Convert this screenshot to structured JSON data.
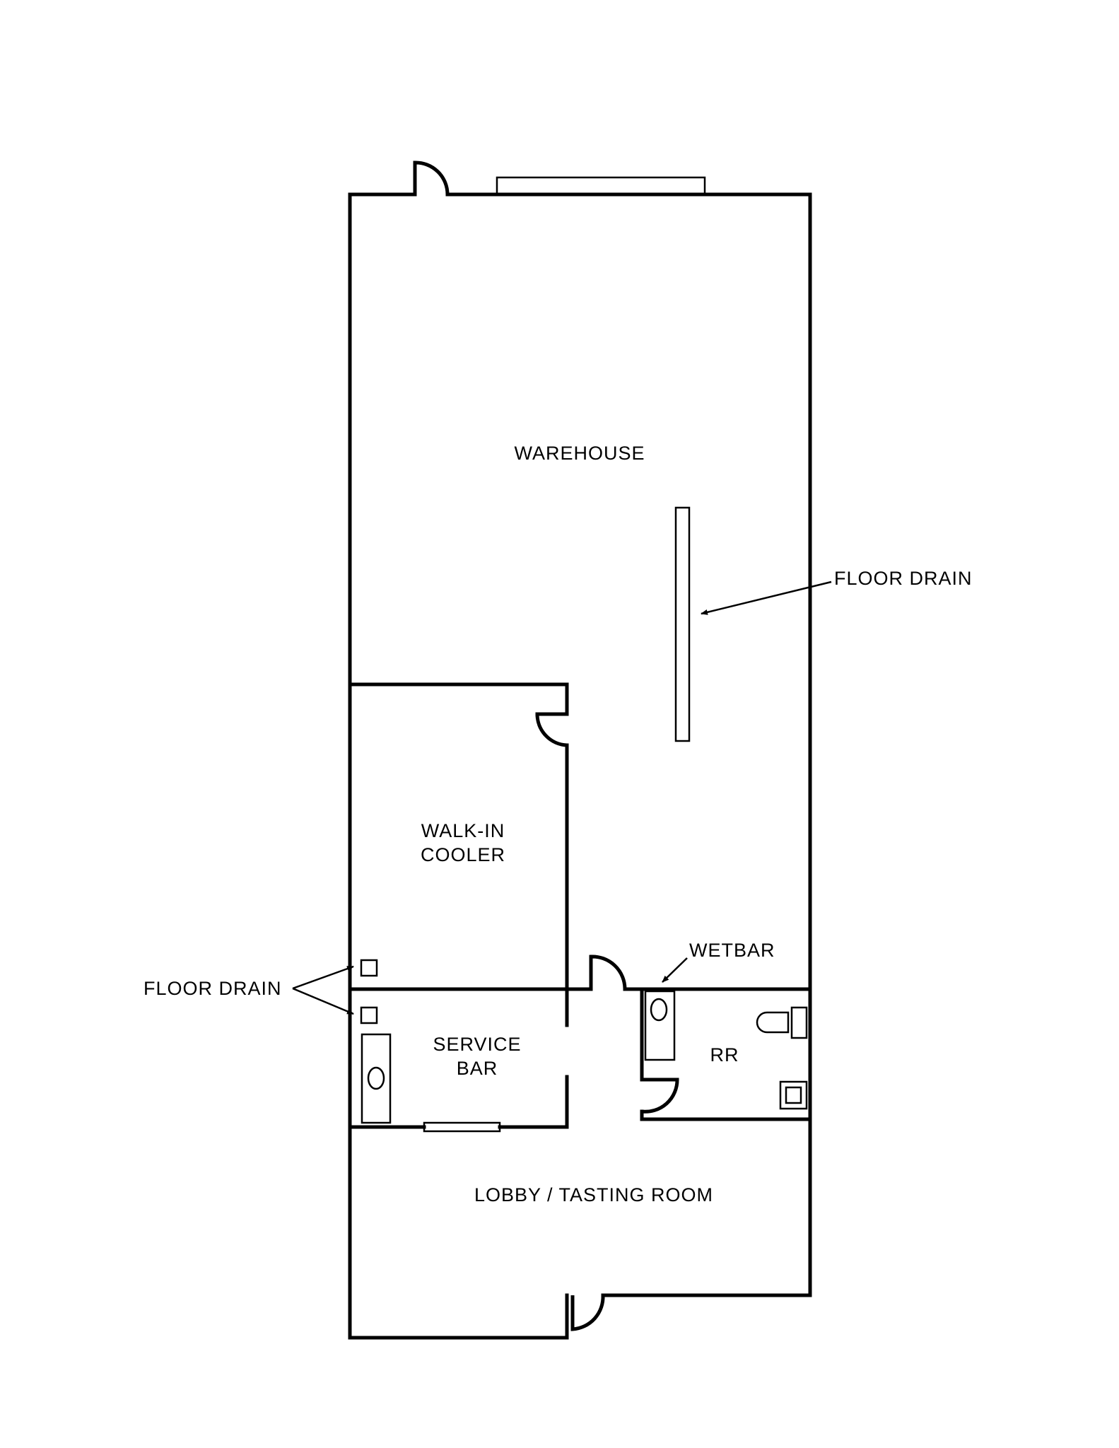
{
  "plan": {
    "colors": {
      "wall": "#000000",
      "background": "#ffffff"
    },
    "rooms": [
      {
        "id": "warehouse",
        "label": "WAREHOUSE"
      },
      {
        "id": "walk-in-cooler",
        "label_line1": "WALK-IN",
        "label_line2": "COOLER"
      },
      {
        "id": "service-bar",
        "label_line1": "SERVICE",
        "label_line2": "BAR"
      },
      {
        "id": "restroom",
        "label": "RR"
      },
      {
        "id": "lobby",
        "label": "LOBBY / TASTING ROOM"
      }
    ],
    "annotations": {
      "floor_drain_warehouse": "FLOOR DRAIN",
      "floor_drain_left": "FLOOR DRAIN",
      "wetbar": "WETBAR"
    }
  }
}
